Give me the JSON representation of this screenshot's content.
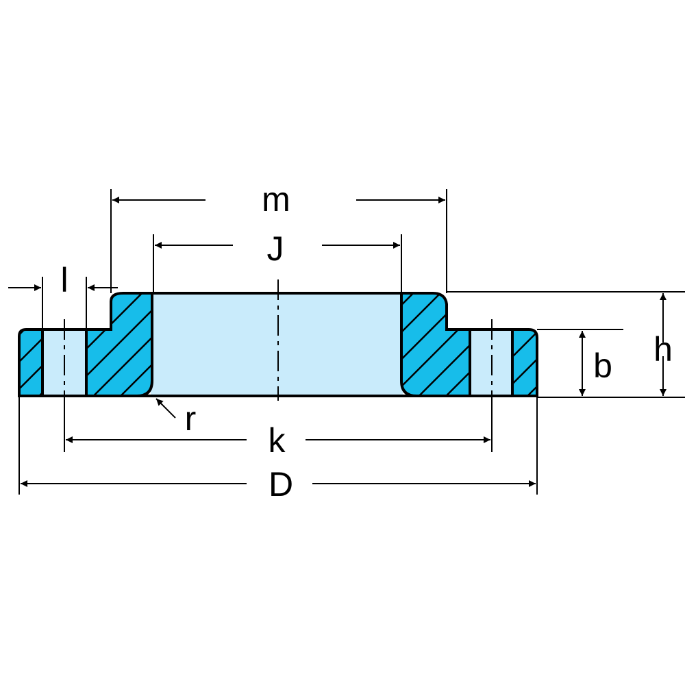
{
  "labels": {
    "m": "m",
    "J": "J",
    "l": "l",
    "h": "h",
    "b": "b",
    "r": "r",
    "k": "k",
    "D": "D"
  },
  "colors": {
    "section_fill": "#17bdea",
    "bore_fill": "#c9ebfb",
    "outline": "#000000",
    "background": "#ffffff"
  }
}
